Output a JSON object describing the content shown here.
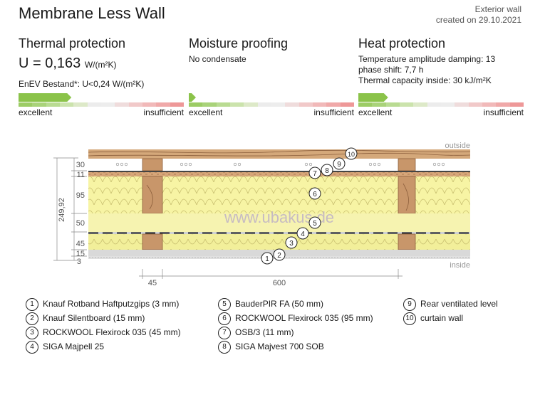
{
  "title": "Membrane Less Wall",
  "meta": {
    "type": "Exterior wall",
    "created": "created on 29.10.2021"
  },
  "thermal": {
    "heading": "Thermal protection",
    "u_value": "U = 0,163",
    "u_unit": "W/(m²K)",
    "enev": "EnEV Bestand*: U<0,24 W/(m²K)",
    "rating": 0.32,
    "excellent": "excellent",
    "insufficient": "insufficient"
  },
  "moisture": {
    "heading": "Moisture proofing",
    "text": "No condensate",
    "rating": 0.04,
    "excellent": "excellent",
    "insufficient": "insufficient"
  },
  "heat": {
    "heading": "Heat protection",
    "line1": "Temperature amplitude damping: 13",
    "line2": "phase shift: 7,7 h",
    "line3": "Thermal capacity inside: 30 kJ/m²K",
    "rating": 0.18,
    "excellent": "excellent",
    "insufficient": "insufficient"
  },
  "diagram": {
    "outside": "outside",
    "inside": "inside",
    "watermark": "www.ubakus.de",
    "total": "249,92",
    "dims": [
      "30",
      "11",
      "95",
      "50",
      "45",
      "15",
      "3"
    ],
    "spacing1": "45",
    "spacing2": "600"
  },
  "layers": [
    {
      "n": "1",
      "name": "Knauf Rotband Haftputzgips (3 mm)"
    },
    {
      "n": "2",
      "name": "Knauf Silentboard (15 mm)"
    },
    {
      "n": "3",
      "name": "ROCKWOOL Flexirock 035 (45 mm)"
    },
    {
      "n": "4",
      "name": "SIGA Majpell 25"
    },
    {
      "n": "5",
      "name": "BauderPIR FA (50 mm)"
    },
    {
      "n": "6",
      "name": "ROCKWOOL Flexirock 035 (95 mm)"
    },
    {
      "n": "7",
      "name": "OSB/3 (11 mm)"
    },
    {
      "n": "8",
      "name": "SIGA Majvest 700 SOB"
    },
    {
      "n": "9",
      "name": "Rear ventilated level"
    },
    {
      "n": "10",
      "name": "curtain wall"
    }
  ],
  "colors": {
    "rating_green": "#8bc34a",
    "insulation": "#f6f3a0",
    "wood": "#c8966a"
  }
}
